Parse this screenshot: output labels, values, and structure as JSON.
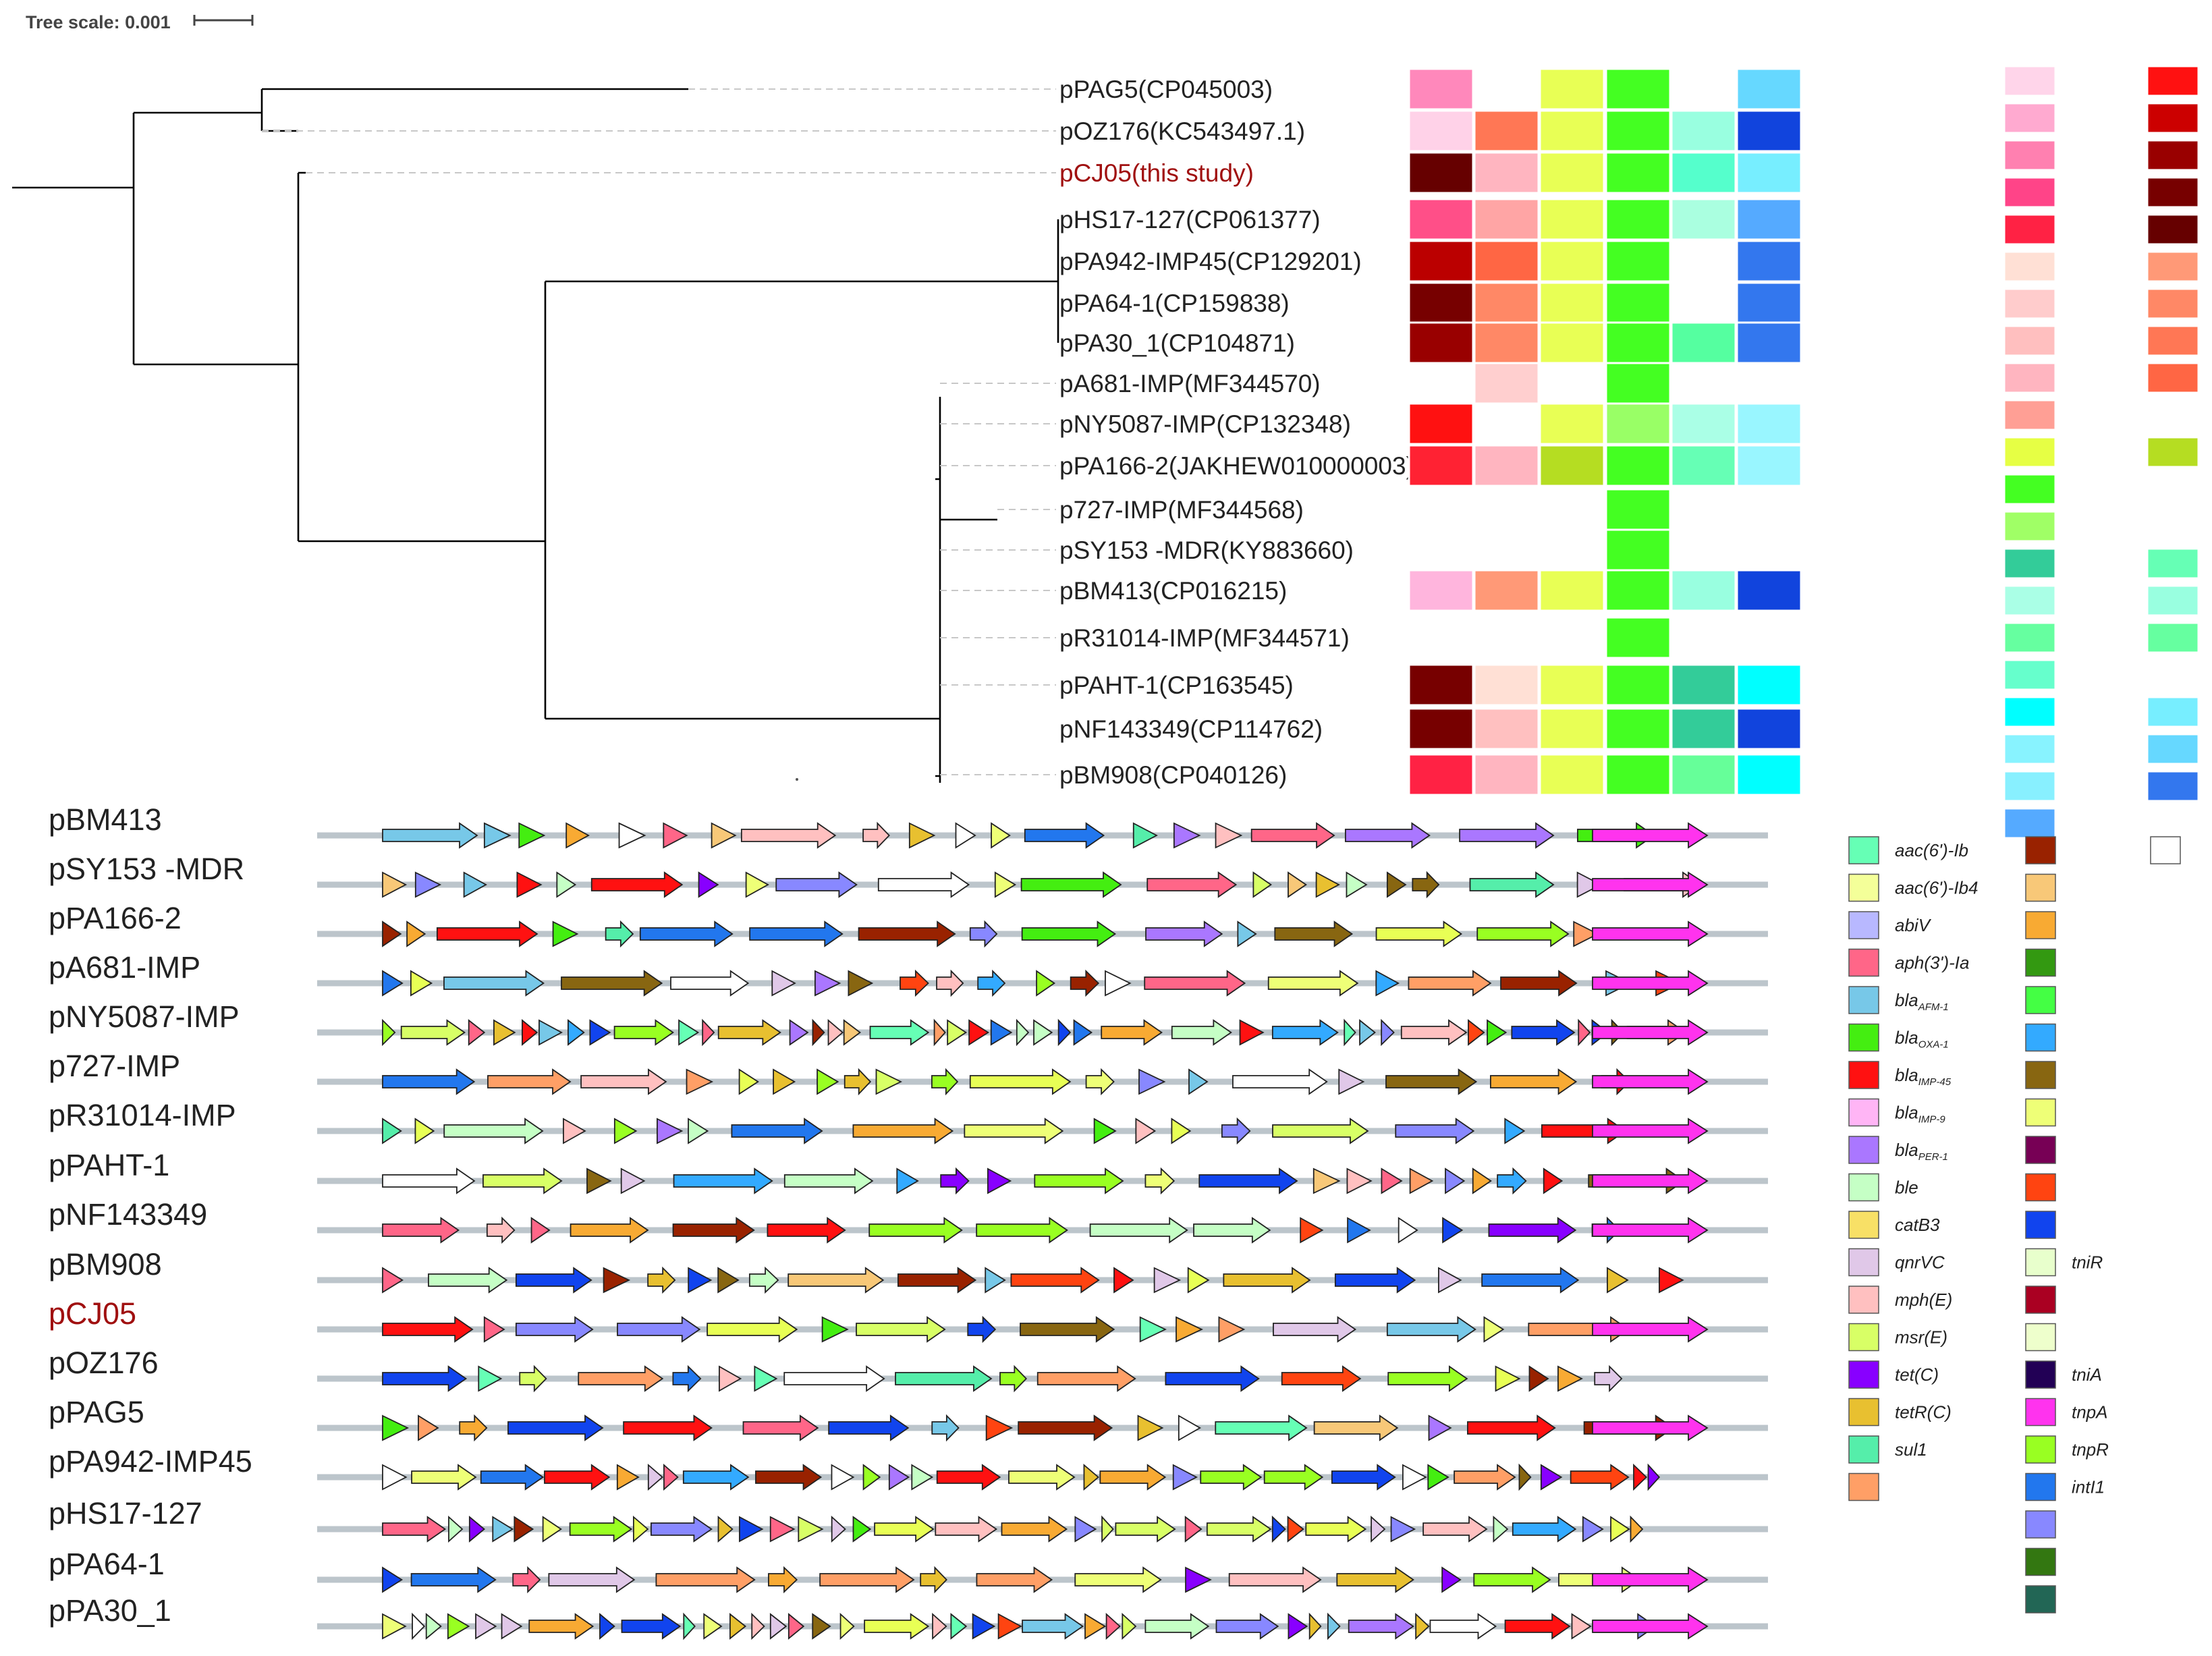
{
  "tree": {
    "scale_label": "Tree scale: 0.001",
    "leaves": [
      {
        "label": "pPAG5(CP045003)",
        "highlight": false
      },
      {
        "label": "pOZ176(KC543497.1)",
        "highlight": false
      },
      {
        "label": "pCJ05(this study)",
        "highlight": true
      },
      {
        "label": "pHS17-127(CP061377)",
        "highlight": false
      },
      {
        "label": "pPA942-IMP45(CP129201)",
        "highlight": false
      },
      {
        "label": "pPA64-1(CP159838)",
        "highlight": false
      },
      {
        "label": "pPA30_1(CP104871)",
        "highlight": false
      },
      {
        "label": "pA681-IMP(MF344570)",
        "highlight": false
      },
      {
        "label": "pNY5087-IMP(CP132348)",
        "highlight": false
      },
      {
        "label": "pPA166-2(JAKHEW010000003)",
        "highlight": false
      },
      {
        "label": "p727-IMP(MF344568)",
        "highlight": false
      },
      {
        "label": "pSY153 -MDR(KY883660)",
        "highlight": false
      },
      {
        "label": "pBM413(CP016215)",
        "highlight": false
      },
      {
        "label": "pR31014-IMP(MF344571)",
        "highlight": false
      },
      {
        "label": "pPAHT-1(CP163545)",
        "highlight": false
      },
      {
        "label": "pNF143349(CP114762)",
        "highlight": false
      },
      {
        "label": "pBM908(CP040126)",
        "highlight": false
      }
    ]
  },
  "heatmap": {
    "rows": [
      [
        "#ff88bb",
        null,
        "#e8ff55",
        "#44ff22",
        null,
        "#66d8ff"
      ],
      [
        "#ffd2e8",
        "#ff7755",
        "#e8ff55",
        "#44ff22",
        "#99ffe0",
        "#1144dd"
      ],
      [
        "#660000",
        "#ffb5c0",
        "#e8ff55",
        "#44ff22",
        "#55ffcc",
        "#77eeff"
      ],
      [
        "#ff4f88",
        "#ffa5a5",
        "#e8ff55",
        "#44ff22",
        "#aaffe0",
        "#55aaff"
      ],
      [
        "#bb0000",
        "#ff6644",
        "#e8ff55",
        "#44ff22",
        null,
        "#3377ee"
      ],
      [
        "#770000",
        "#ff8866",
        "#e8ff55",
        "#44ff22",
        null,
        "#3377ee"
      ],
      [
        "#990000",
        "#ff8866",
        "#e8ff55",
        "#44ff22",
        "#55ffa0",
        "#3377ee"
      ],
      [
        null,
        "#ffcfcf",
        null,
        "#44ff22",
        null,
        null
      ],
      [
        "#ff1111",
        null,
        "#e8ff55",
        "#99ff66",
        "#aaffe6",
        "#99f6ff"
      ],
      [
        "#ff2233",
        "#ffb5c0",
        "#b5dd22",
        "#44ff22",
        "#66ffb5",
        "#99f6ff"
      ],
      [
        null,
        null,
        null,
        "#44ff22",
        null,
        null
      ],
      [
        null,
        null,
        null,
        "#44ff22",
        null,
        null
      ],
      [
        "#ffb5dd",
        "#ff9977",
        "#e8ff55",
        "#44ff22",
        "#99ffe0",
        "#1144dd"
      ],
      [
        null,
        null,
        null,
        "#44ff22",
        null,
        null
      ],
      [
        "#770000",
        "#ffe0d5",
        "#e8ff55",
        "#44ff22",
        "#33cc99",
        "#00ffff"
      ],
      [
        "#770000",
        "#ffc0c0",
        "#e8ff55",
        "#44ff22",
        "#33cc99",
        "#1144dd"
      ],
      [
        "#ff2244",
        "#ffb5c0",
        "#e8ff55",
        "#44ff22",
        "#66ff99",
        "#00ffff"
      ]
    ],
    "strip_a": [
      "#ffd5ea",
      "#ffaad0",
      "#ff80b0",
      "#ff4488",
      "#ff2244",
      "#ffe0d5",
      "#ffcccc",
      "#ffbfbf",
      "#ffb5c0",
      "#ff9f95",
      "#e6ff44",
      "#44ff22",
      "#a0ff66",
      "#33cc99",
      "#aaffe6",
      "#66ffa0",
      "#66ffcc",
      "#00ffff",
      "#88f3ff",
      "#88f0ff",
      "#55aaff"
    ],
    "strip_b": [
      "#ff1111",
      "#cc0000",
      "#990000",
      "#770000",
      "#660000",
      "#ff9977",
      "#ff8866",
      "#ff7755",
      "#ff6644",
      null,
      "#b5dd22",
      null,
      null,
      "#66ffb5",
      "#99ffe0",
      "#66ffa0",
      null,
      "#77eeff",
      "#66d8ff",
      "#3377ee",
      null
    ]
  },
  "gene_clusters": [
    {
      "label": "pBM413",
      "highlight": false
    },
    {
      "label": "pSY153 -MDR",
      "highlight": false
    },
    {
      "label": "pPA166-2",
      "highlight": false
    },
    {
      "label": "pA681-IMP",
      "highlight": false
    },
    {
      "label": "pNY5087-IMP",
      "highlight": false
    },
    {
      "label": "p727-IMP",
      "highlight": false
    },
    {
      "label": "pR31014-IMP",
      "highlight": false
    },
    {
      "label": "pPAHT-1",
      "highlight": false
    },
    {
      "label": "pNF143349",
      "highlight": false
    },
    {
      "label": "pBM908",
      "highlight": false
    },
    {
      "label": "pCJ05",
      "highlight": true
    },
    {
      "label": "pOZ176",
      "highlight": false
    },
    {
      "label": "pPAG5",
      "highlight": false
    },
    {
      "label": "pPA942-IMP45",
      "highlight": false
    },
    {
      "label": "pHS17-127",
      "highlight": false
    },
    {
      "label": "pPA64-1",
      "highlight": false
    },
    {
      "label": "pPA30_1",
      "highlight": false
    }
  ],
  "legend": {
    "col1": [
      {
        "color": "#66ffb5",
        "label": "aac(6')-Ib",
        "sub": ""
      },
      {
        "color": "#f4ff99",
        "label": "aac(6')-Ib4",
        "sub": ""
      },
      {
        "color": "#b8b8ff",
        "label": "abiV",
        "sub": ""
      },
      {
        "color": "#ff6688",
        "label": "aph(3')-Ia",
        "sub": ""
      },
      {
        "color": "#77c8e8",
        "label": "bla",
        "sub": "AFM-1"
      },
      {
        "color": "#44ee11",
        "label": "bla",
        "sub": "OXA-1"
      },
      {
        "color": "#ff1111",
        "label": "bla",
        "sub": "IMP-45"
      },
      {
        "color": "#ffb5f5",
        "label": "bla",
        "sub": "IMP-9"
      },
      {
        "color": "#aa77ff",
        "label": "bla",
        "sub": "PER-1"
      },
      {
        "color": "#c5ffc5",
        "label": "ble",
        "sub": ""
      },
      {
        "color": "#f8e066",
        "label": "catB3",
        "sub": ""
      },
      {
        "color": "#e0c8e8",
        "label": "qnrVC",
        "sub": ""
      },
      {
        "color": "#ffc0c0",
        "label": "mph(E)",
        "sub": ""
      },
      {
        "color": "#d8ff66",
        "label": "msr(E)",
        "sub": ""
      },
      {
        "color": "#8800ff",
        "label": "tet(C)",
        "sub": ""
      },
      {
        "color": "#e8c030",
        "label": "tetR(C)",
        "sub": ""
      },
      {
        "color": "#55eeaa",
        "label": "sul1",
        "sub": ""
      },
      {
        "color": "#ff9f66",
        "label": "",
        "sub": ""
      }
    ],
    "col2": [
      {
        "color": "#992200",
        "label": ""
      },
      {
        "color": "#f8c878",
        "label": ""
      },
      {
        "color": "#f8aa33",
        "label": ""
      },
      {
        "color": "#339911",
        "label": ""
      },
      {
        "color": "#44ff44",
        "label": ""
      },
      {
        "color": "#33aaff",
        "label": ""
      },
      {
        "color": "#886611",
        "label": ""
      },
      {
        "color": "#eeff77",
        "label": ""
      },
      {
        "color": "#770055",
        "label": ""
      },
      {
        "color": "#ff4411",
        "label": ""
      },
      {
        "color": "#1144ee",
        "label": ""
      },
      {
        "color": "#e8ffcc",
        "label": "tniR"
      },
      {
        "color": "#aa0022",
        "label": ""
      },
      {
        "color": "#eeffcc",
        "label": ""
      },
      {
        "color": "#220055",
        "label": "tniA"
      },
      {
        "color": "#ff33ee",
        "label": "tnpA"
      },
      {
        "color": "#99ff22",
        "label": "tnpR"
      },
      {
        "color": "#2277ee",
        "label": "intI1"
      },
      {
        "color": "#8888ff",
        "label": ""
      },
      {
        "color": "#337711",
        "label": ""
      },
      {
        "color": "#226655",
        "label": ""
      }
    ],
    "col3": [
      {
        "color": "#ffffff",
        "label": ""
      }
    ]
  }
}
